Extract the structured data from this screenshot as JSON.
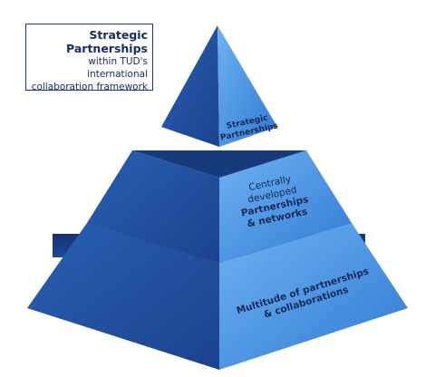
{
  "legend": {
    "title_line1": "Strategic",
    "title_line2": "Partnerships",
    "subtitle_line1": "within TUD's international",
    "subtitle_line2": "collaboration framework"
  },
  "tiers": {
    "top": {
      "line1": "Strategic",
      "line2": "Partnerships"
    },
    "middle": {
      "line1": "Centrally",
      "line2": "developed",
      "line3": "Partnerships",
      "line4": "& networks"
    },
    "bottom": {
      "line1": "Multitude of partnerships",
      "line2": "& collaborations"
    }
  },
  "colors": {
    "front_light": "#3f8fe0",
    "side_dark": "#1f4f9c",
    "top_face": "#1c3f84",
    "text": "#16285a"
  }
}
